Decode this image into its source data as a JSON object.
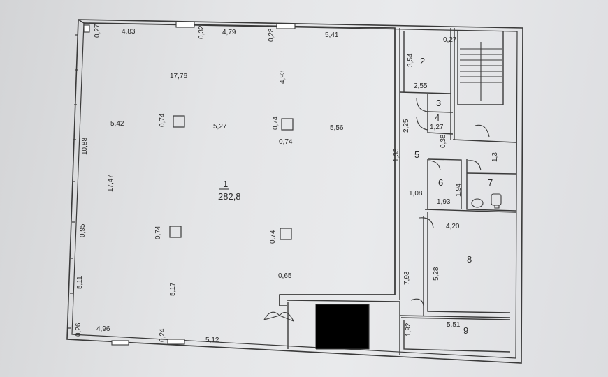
{
  "room_numbers": {
    "r1": "1",
    "r2": "2",
    "r3": "3",
    "r4": "4",
    "r5": "5",
    "r6": "6",
    "r7": "7",
    "r8": "8",
    "r9": "9"
  },
  "main_area": "282,8",
  "dimensions": {
    "d_027_tl": "0,27",
    "d_483": "4,83",
    "d_032": "0,32",
    "d_479": "4,79",
    "d_028": "0,28",
    "d_541": "5,41",
    "d_1776": "17,76",
    "d_493": "4,93",
    "d_074_a": "0,74",
    "d_542": "5,42",
    "d_527": "5,27",
    "d_074_b": "0,74",
    "d_074_c": "0,74",
    "d_556": "5,56",
    "d_1088": "10,88",
    "d_1747": "17,47",
    "d_095": "0,95",
    "d_074_d": "0,74",
    "d_074_e": "0,74",
    "d_065": "0,65",
    "d_511": "5,11",
    "d_517": "5,17",
    "d_026": "0,26",
    "d_496": "4,96",
    "d_024": "0,24",
    "d_512": "5,12",
    "d_354": "3,54",
    "d_255": "2,55",
    "d_027_tr": "0,27",
    "d_225": "2,25",
    "d_127": "1,27",
    "d_038": "0,38",
    "d_135": "1,35",
    "d_13": "1,3",
    "d_108": "1,08",
    "d_194": "1,94",
    "d_193": "1,93",
    "d_420": "4,20",
    "d_793": "7,93",
    "d_528": "5,28",
    "d_192": "1,92",
    "d_551": "5,51"
  }
}
